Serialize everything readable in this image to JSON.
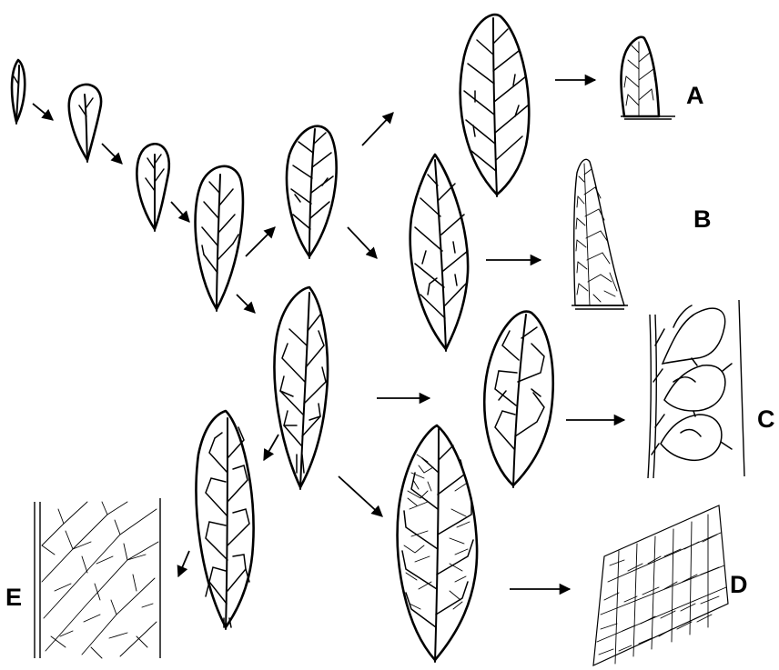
{
  "panels": {
    "a": "A",
    "b": "B",
    "c": "C",
    "d": "D",
    "e": "E"
  }
}
